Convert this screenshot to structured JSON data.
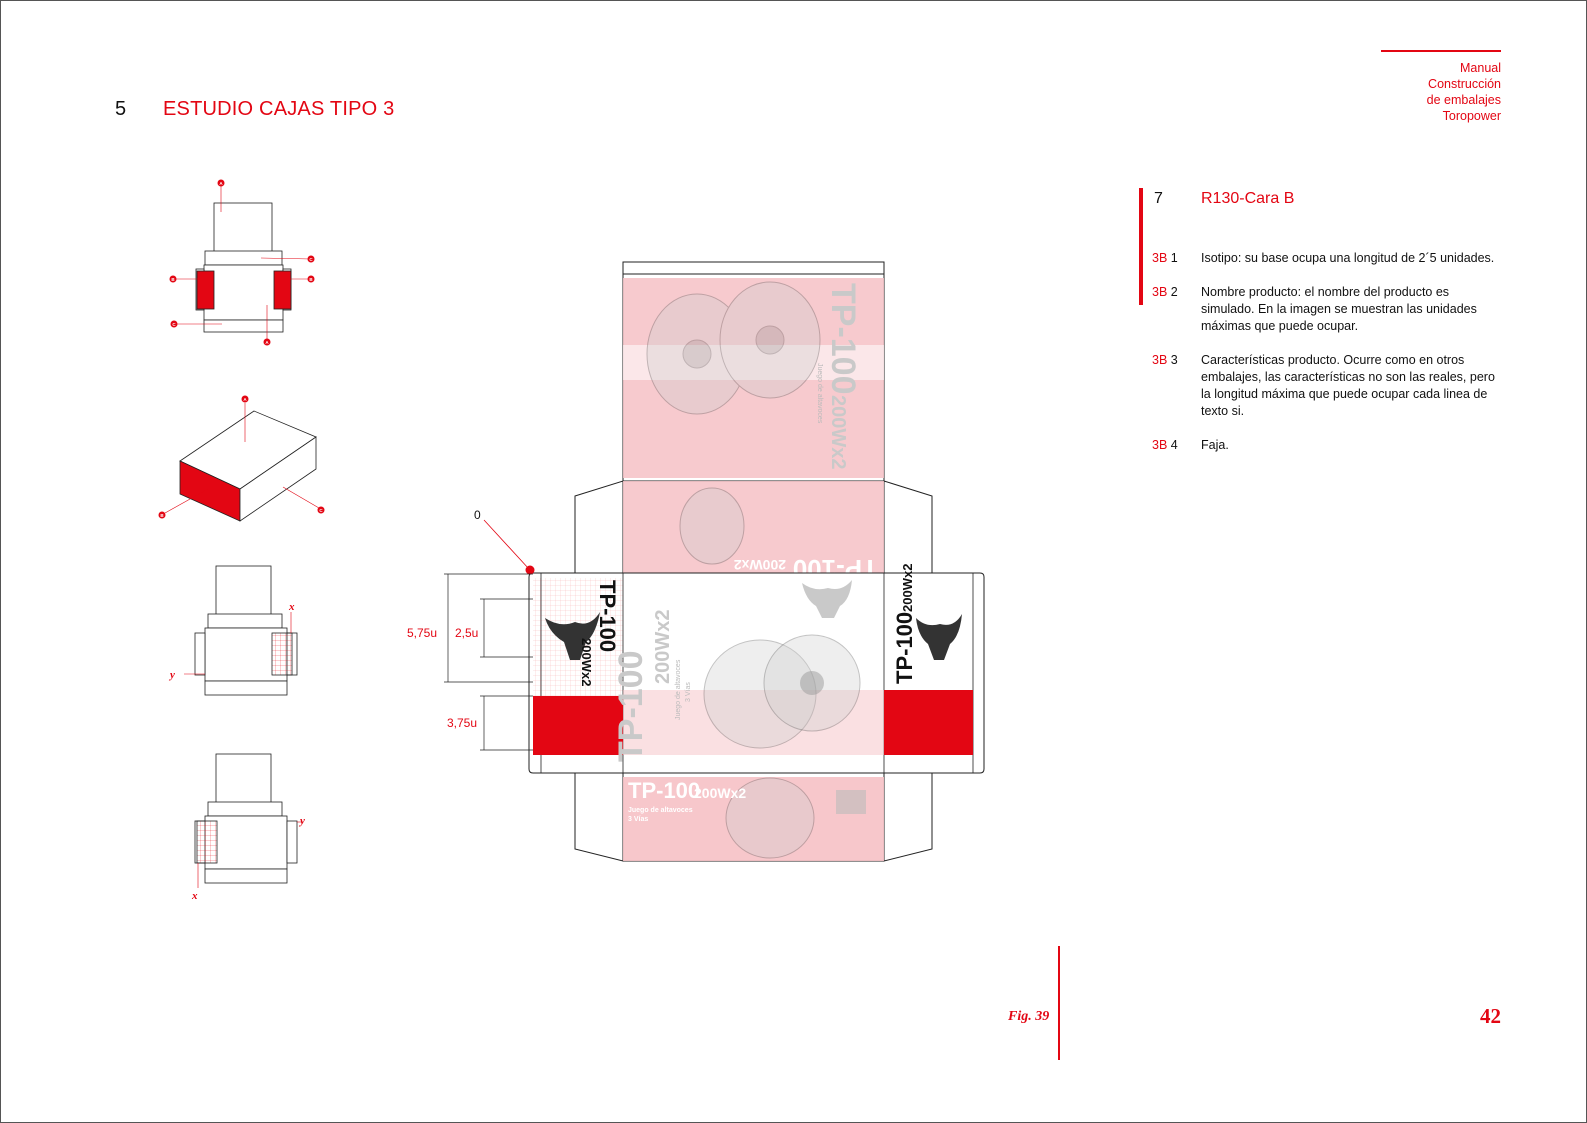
{
  "header": {
    "section_number": "5",
    "section_title": "ESTUDIO CAJAS TIPO 3",
    "brand_lines": [
      "Manual",
      "Construcción",
      "de embalajes",
      "Toropower"
    ]
  },
  "item": {
    "number": "7",
    "title": "R130-Cara B"
  },
  "notes": [
    {
      "code": "3B",
      "num": "1",
      "text": "Isotipo: su base ocupa una longitud de 2´5 unidades."
    },
    {
      "code": "3B",
      "num": "2",
      "text": "Nombre producto: el nombre del producto es simulado. En la imagen se muestran las unidades máximas que puede ocupar."
    },
    {
      "code": "3B",
      "num": "3",
      "text": "Características producto. Ocurre como en otros embalajes, las características no son las reales, pero la longitud máxima que puede ocupar cada linea de texto si."
    },
    {
      "code": "3B",
      "num": "4",
      "text": "Faja."
    }
  ],
  "diagram": {
    "origin_label": "0",
    "dim_total": "5,75u",
    "dim_logo": "2,5u",
    "dim_band": "3,75u",
    "product_name": "TP-100",
    "power": "200Wx2",
    "subtitle_1": "Juego de altavoces",
    "subtitle_2": "3 Vías",
    "small_labels": {
      "a": "A",
      "b": "B",
      "c": "C"
    },
    "axis_x": "x",
    "axis_y": "y"
  },
  "footer": {
    "figure": "Fig. 39",
    "page": "42"
  },
  "colors": {
    "accent": "#e30613",
    "pink": "#f6c1c5"
  }
}
